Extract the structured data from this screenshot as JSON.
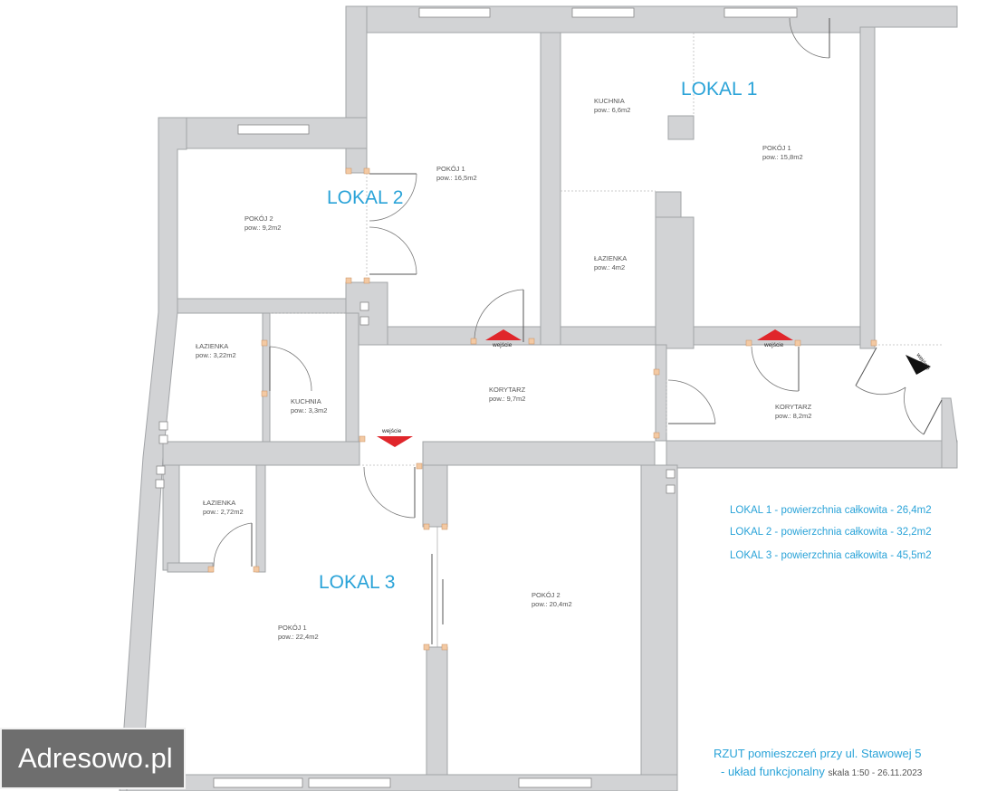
{
  "plan": {
    "units": [
      {
        "name": "LOKAL 1"
      },
      {
        "name": "LOKAL 2"
      },
      {
        "name": "LOKAL 3"
      }
    ],
    "rooms": [
      {
        "id": "l1-kuchnia",
        "name": "KUCHNIA",
        "area": "pow.: 6,6m2"
      },
      {
        "id": "l1-pokoj1",
        "name": "POKÓJ 1",
        "area": "pow.: 15,8m2"
      },
      {
        "id": "l1-lazienka",
        "name": "ŁAZIENKA",
        "area": "pow.: 4m2"
      },
      {
        "id": "l1-korytarz",
        "name": "KORYTARZ",
        "area": "pow.: 8,2m2"
      },
      {
        "id": "l2-pokoj1",
        "name": "POKÓJ 1",
        "area": "pow.: 16,5m2"
      },
      {
        "id": "l2-pokoj2",
        "name": "POKÓJ 2",
        "area": "pow.: 9,2m2"
      },
      {
        "id": "l2-lazienka",
        "name": "ŁAZIENKA",
        "area": "pow.: 3,22m2"
      },
      {
        "id": "l2-kuchnia",
        "name": "KUCHNIA",
        "area": "pow.: 3,3m2"
      },
      {
        "id": "l2-korytarz",
        "name": "KORYTARZ",
        "area": "pow.: 9,7m2"
      },
      {
        "id": "l3-lazienka",
        "name": "ŁAZIENKA",
        "area": "pow.: 2,72m2"
      },
      {
        "id": "l3-pokoj1",
        "name": "POKÓJ 1",
        "area": "pow.: 22,4m2"
      },
      {
        "id": "l3-pokoj2",
        "name": "POKÓJ 2",
        "area": "pow.: 20,4m2"
      }
    ],
    "entrance_label": "wejście"
  },
  "summary": [
    "LOKAL 1 -  powierzchnia całkowita - 26,4m2",
    "LOKAL 2 -  powierzchnia całkowita - 32,2m2",
    "LOKAL 3 -  powierzchnia całkowita - 45,5m2"
  ],
  "title": {
    "line1": "RZUT pomieszczeń przy ul. Stawowej 5",
    "line2": "- układ funkcjonalny",
    "scale": "skala 1:50 - 26.11.2023"
  },
  "watermark": "Adresowo.pl",
  "colors": {
    "accent": "#2aa3d8",
    "entrance_arrow": "#e0262b",
    "wall": "#d2d3d5"
  }
}
